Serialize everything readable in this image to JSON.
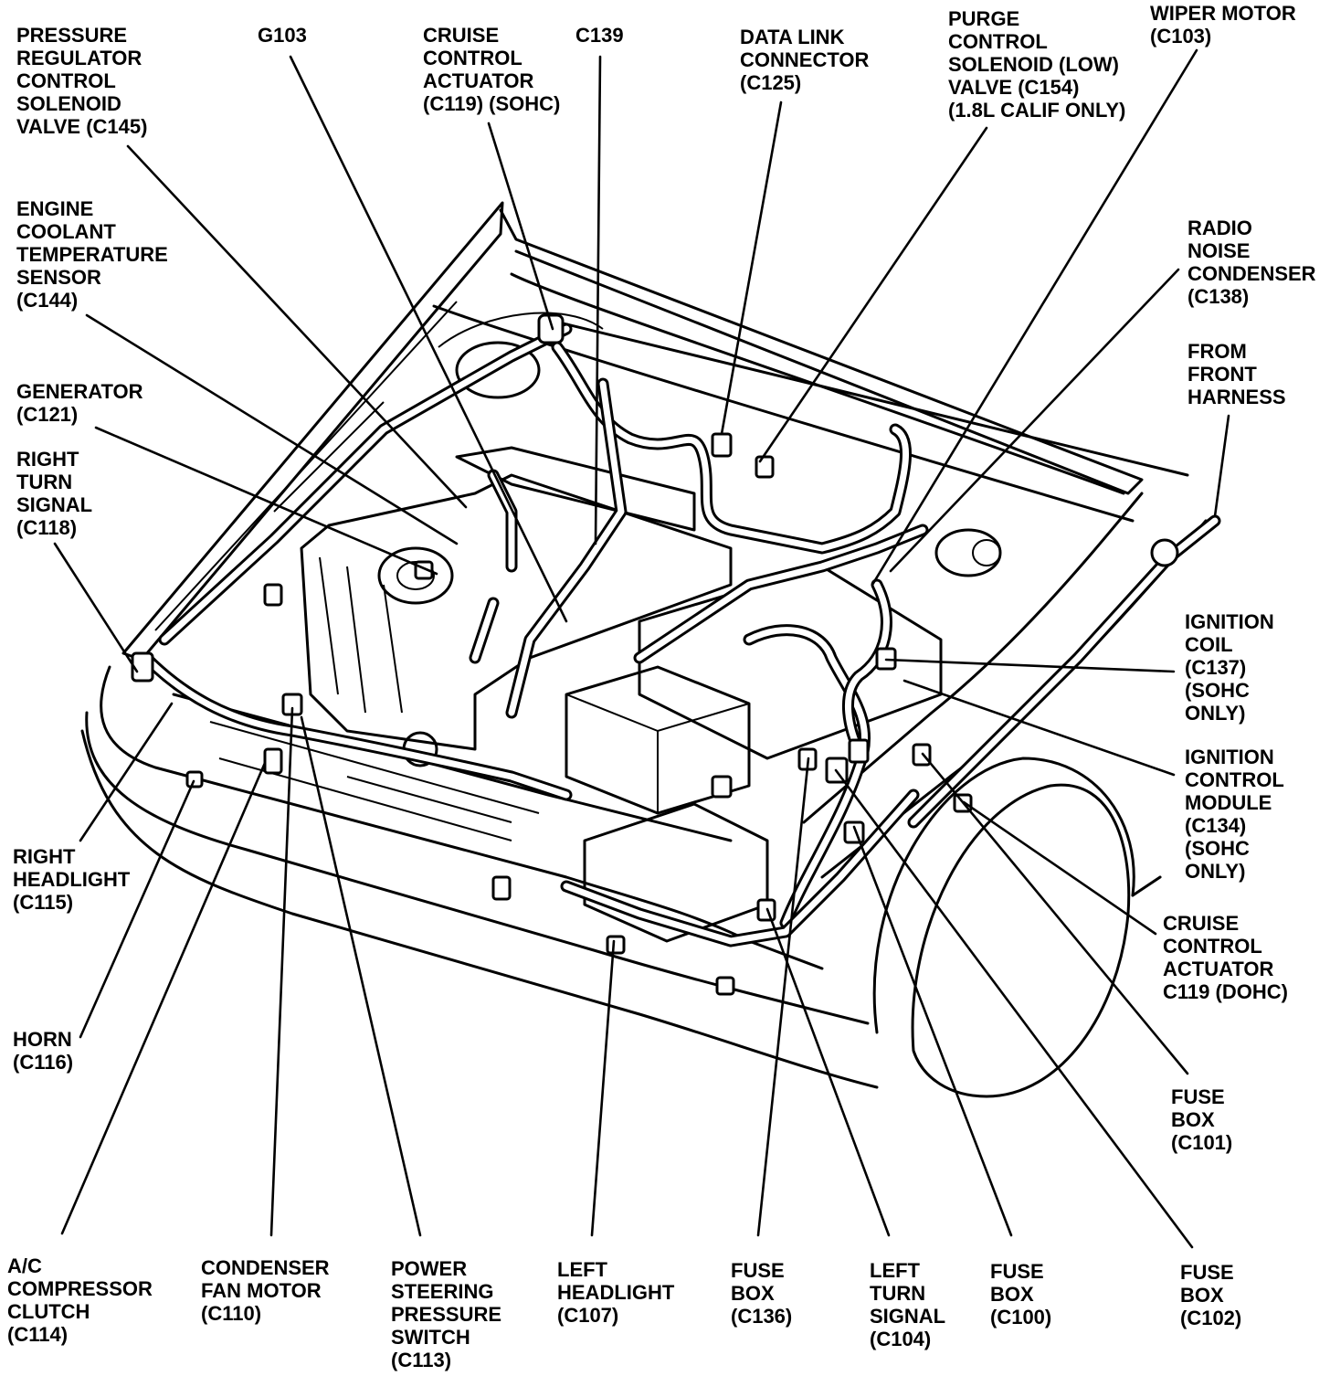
{
  "callouts": [
    {
      "id": "pressure-regulator",
      "lines": [
        "PRESSURE",
        "REGULATOR",
        "CONTROL",
        "SOLENOID",
        "VALVE (C145)"
      ]
    },
    {
      "id": "g103",
      "lines": [
        "G103"
      ]
    },
    {
      "id": "cruise-sohc",
      "lines": [
        "CRUISE",
        "CONTROL",
        "ACTUATOR",
        "(C119) (SOHC)"
      ]
    },
    {
      "id": "c139",
      "lines": [
        "C139"
      ]
    },
    {
      "id": "data-link",
      "lines": [
        "DATA LINK",
        "CONNECTOR",
        "(C125)"
      ]
    },
    {
      "id": "purge-control",
      "lines": [
        "PURGE",
        "CONTROL",
        "SOLENOID (LOW)",
        "VALVE (C154)",
        "(1.8L CALIF ONLY)"
      ]
    },
    {
      "id": "wiper-motor",
      "lines": [
        "WIPER MOTOR",
        "(C103)"
      ]
    },
    {
      "id": "coolant-sensor",
      "lines": [
        "ENGINE",
        "COOLANT",
        "TEMPERATURE",
        "SENSOR",
        "(C144)"
      ]
    },
    {
      "id": "radio-noise",
      "lines": [
        "RADIO",
        "NOISE",
        "CONDENSER",
        "(C138)"
      ]
    },
    {
      "id": "front-harness",
      "lines": [
        "FROM",
        "FRONT",
        "HARNESS"
      ]
    },
    {
      "id": "generator",
      "lines": [
        "GENERATOR",
        "(C121)"
      ]
    },
    {
      "id": "right-turn",
      "lines": [
        "RIGHT",
        "TURN",
        "SIGNAL",
        "(C118)"
      ]
    },
    {
      "id": "ignition-coil",
      "lines": [
        "IGNITION",
        "COIL",
        "(C137)",
        "(SOHC",
        "ONLY)"
      ]
    },
    {
      "id": "ignition-module",
      "lines": [
        "IGNITION",
        "CONTROL",
        "MODULE",
        "(C134)",
        "(SOHC",
        "ONLY)"
      ]
    },
    {
      "id": "right-headlight",
      "lines": [
        "RIGHT",
        "HEADLIGHT",
        "(C115)"
      ]
    },
    {
      "id": "cruise-dohc",
      "lines": [
        "CRUISE",
        "CONTROL",
        "ACTUATOR",
        "C119 (DOHC)"
      ]
    },
    {
      "id": "horn",
      "lines": [
        "HORN",
        "(C116)"
      ]
    },
    {
      "id": "fuse-c101",
      "lines": [
        "FUSE",
        "BOX",
        "(C101)"
      ]
    },
    {
      "id": "ac-compressor",
      "lines": [
        "A/C",
        "COMPRESSOR",
        "CLUTCH",
        "(C114)"
      ]
    },
    {
      "id": "condenser-fan",
      "lines": [
        "CONDENSER",
        "FAN MOTOR",
        "(C110)"
      ]
    },
    {
      "id": "power-steering",
      "lines": [
        "POWER",
        "STEERING",
        "PRESSURE",
        "SWITCH",
        "(C113)"
      ]
    },
    {
      "id": "left-headlight",
      "lines": [
        "LEFT",
        "HEADLIGHT",
        "(C107)"
      ]
    },
    {
      "id": "fuse-c136",
      "lines": [
        "FUSE",
        "BOX",
        "(C136)"
      ]
    },
    {
      "id": "left-turn",
      "lines": [
        "LEFT",
        "TURN",
        "SIGNAL",
        "(C104)"
      ]
    },
    {
      "id": "fuse-c100",
      "lines": [
        "FUSE",
        "BOX",
        "(C100)"
      ]
    },
    {
      "id": "fuse-c102",
      "lines": [
        "FUSE",
        "BOX",
        "(C102)"
      ]
    }
  ]
}
